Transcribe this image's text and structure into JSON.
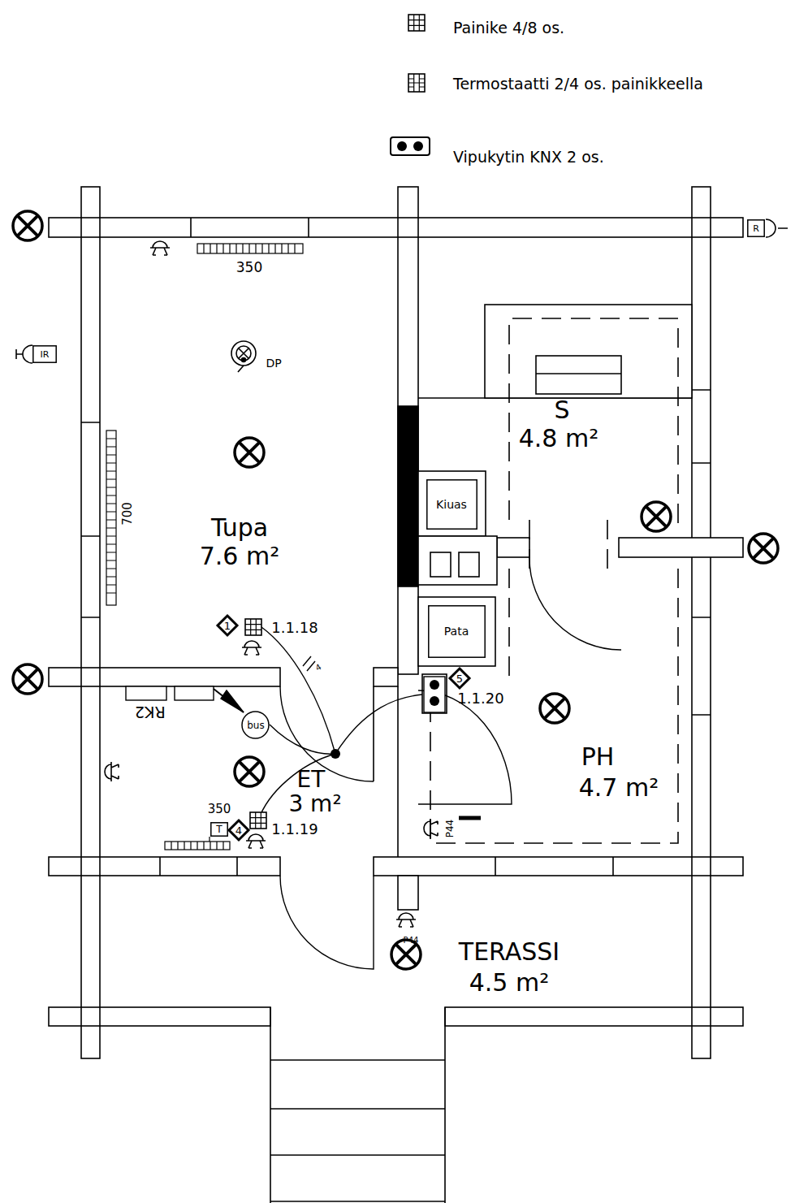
{
  "diagram": {
    "nodes": [
      {
        "text": [
          "Kiuas"
        ]
      },
      {
        "text": [
          "Pata"
        ]
      },
      {
        "text": [
          "1"
        ]
      },
      {
        "text": [
          "5"
        ]
      },
      {
        "text": [
          "4"
        ]
      },
      {
        "text": [
          "bus"
        ]
      },
      {
        "text": [
          "R"
        ]
      },
      {
        "text": [
          "IR"
        ]
      },
      {
        "text": [
          "T"
        ]
      }
    ],
    "labels": [
      "350",
      "DP",
      "700",
      "Tupa",
      "7.6 m²",
      "S",
      "4.8 m²",
      "PH",
      "4.7 m²",
      "ET",
      "3 m²",
      "TERASSI",
      "4.5 m²",
      "1.1.18",
      "1.1.20",
      "1.1.19",
      "350",
      "RK2",
      "P44",
      "P44",
      "4"
    ],
    "legend": [
      {
        "text": "Painike 4/8 os."
      },
      {
        "text": "Termostaatti 2/4 os. painikkeella"
      },
      {
        "text": "Vipukytin KNX 2 os."
      }
    ]
  }
}
